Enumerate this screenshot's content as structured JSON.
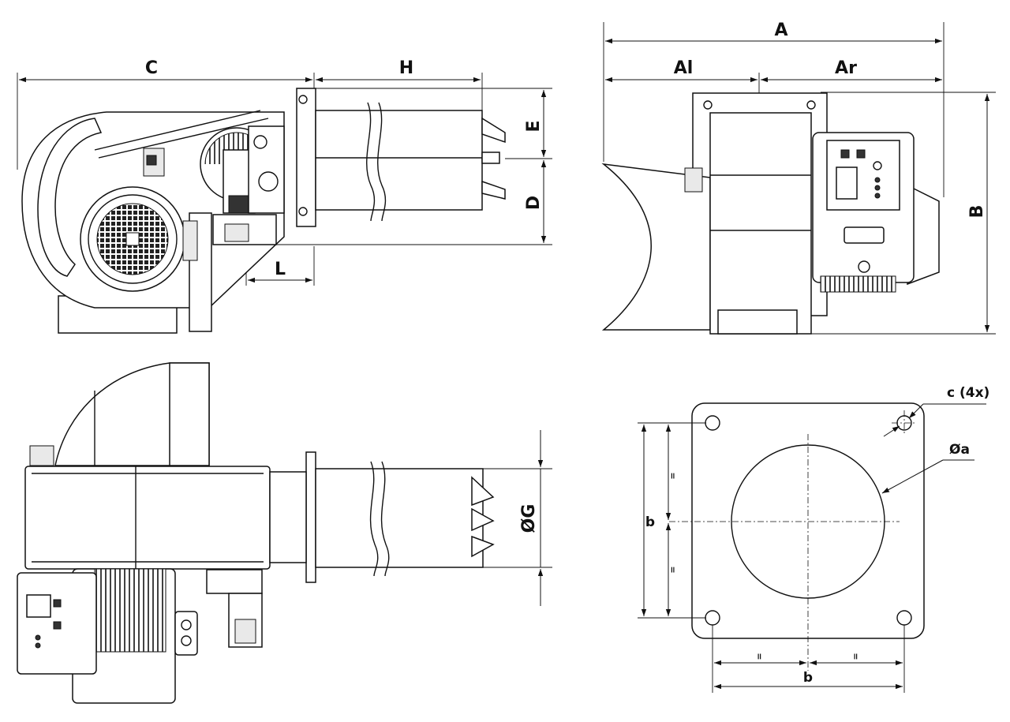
{
  "drawing": {
    "side_view": {
      "dim_C": "C",
      "dim_H": "H",
      "dim_E": "E",
      "dim_D": "D",
      "dim_L": "L"
    },
    "front_view": {
      "dim_A": "A",
      "dim_Al": "Al",
      "dim_Ar": "Ar",
      "dim_B": "B"
    },
    "top_view": {
      "dim_G": "ØG"
    },
    "flange_view": {
      "hole_note": "c (4x)",
      "dim_a": "Øa",
      "dim_b_vertical": "b",
      "dim_b_horizontal": "b",
      "equal_mark": "="
    }
  }
}
